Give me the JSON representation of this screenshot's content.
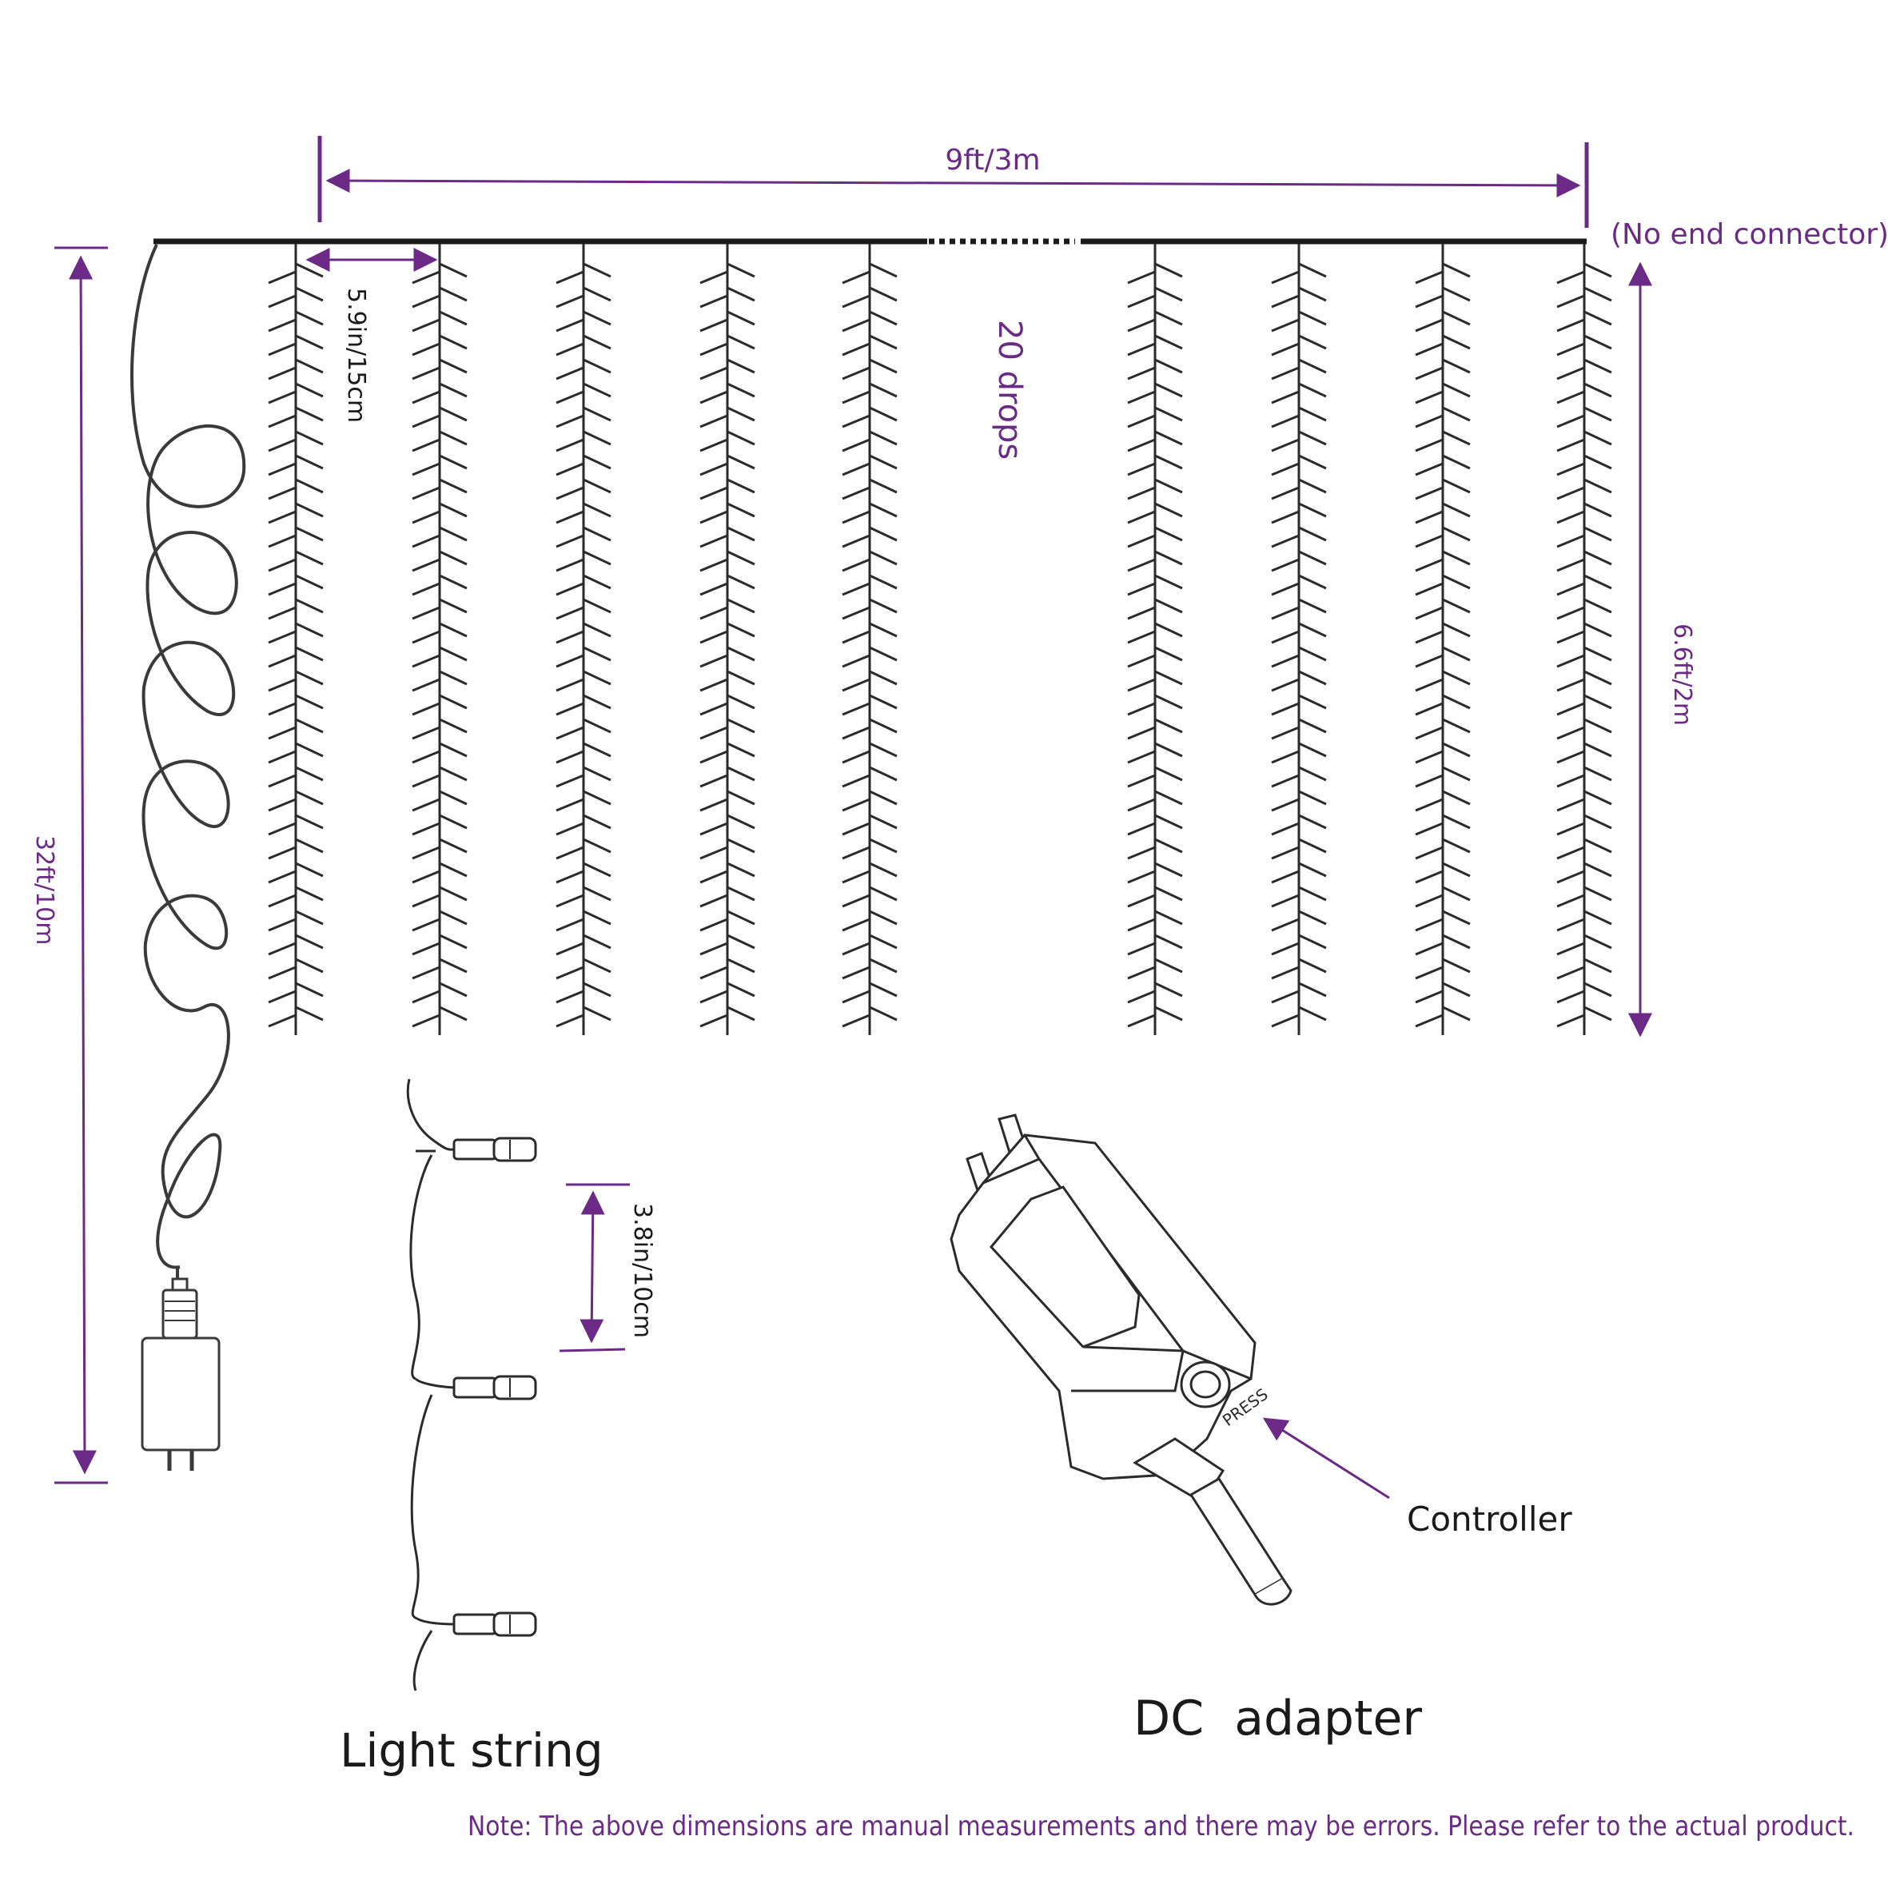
{
  "labels": {
    "width": "9ft/3m",
    "no_end_connector": "(No end connector)",
    "drop_spacing": "5.9in/15cm",
    "drops": "20 drops",
    "drop_length": "6.6ft/2m",
    "lead_length": "32ft/10m",
    "bulb_spacing": "3.8in/10cm",
    "light_string": "Light string",
    "press": "PRESS",
    "controller": "Controller",
    "dc_adapter": "DC  adapter",
    "note": "Note: The above dimensions are manual measurements and there may be errors. Please refer to the actual product."
  },
  "colors": {
    "accent": "#6a2a86",
    "line": "#2b2b2b",
    "text": "#1a1a1a"
  },
  "icons": {
    "drops": "light-curtain-drop-icon",
    "plug": "plug-icon",
    "adapter": "dc-adapter-icon",
    "bulb": "led-bulb-icon"
  }
}
